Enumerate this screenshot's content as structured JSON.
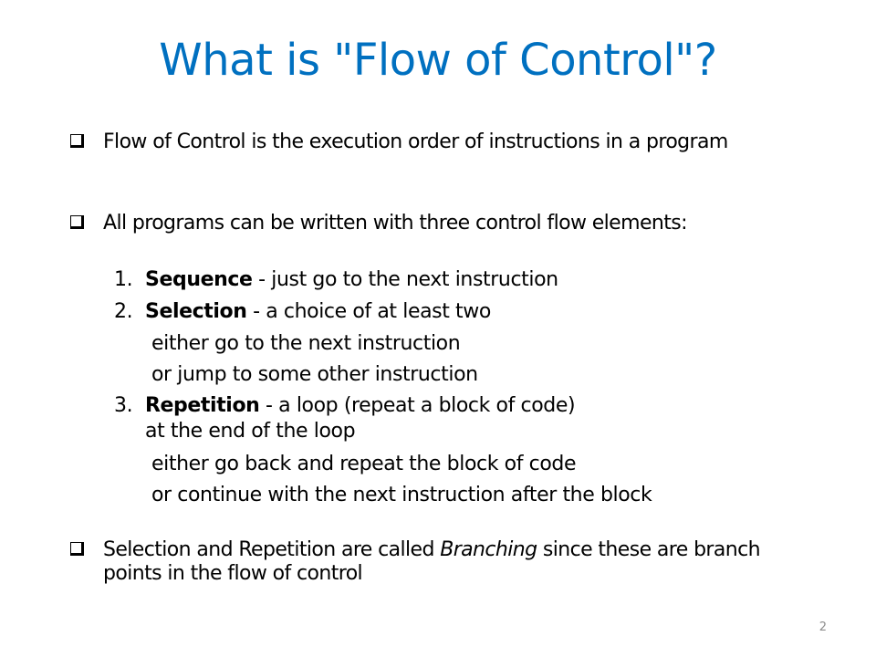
{
  "slide": {
    "title": "What is \"Flow of Control\"?",
    "bullets": [
      {
        "text": "Flow of Control is the execution order of instructions in a program"
      },
      {
        "text": "All programs can be written with three control flow elements:"
      },
      {
        "text_before": "Selection and Repetition are called ",
        "emphasis": "Branching",
        "text_after": " since these are branch points in the flow of control"
      }
    ],
    "elements": [
      {
        "number": "1.",
        "term": "Sequence",
        "description": " - just go to the next instruction"
      },
      {
        "number": "2.",
        "term": "Selection",
        "description": " - a choice of at least two",
        "details": [
          "either go to the next instruction",
          "or jump to some other instruction"
        ]
      },
      {
        "number": "3.",
        "term": "Repetition",
        "description": " - a loop (repeat a block of code)",
        "sub_intro": "at the end of the loop",
        "details": [
          "either go back and repeat the block of code",
          "or continue with the next instruction after the block"
        ]
      }
    ],
    "page_number": "2",
    "colors": {
      "title": "#0070C0",
      "body_text": "#000000",
      "page_number": "#8C8C8C",
      "background": "#FFFFFF"
    },
    "icons": {
      "bullet": "checkbox-square-icon"
    }
  }
}
